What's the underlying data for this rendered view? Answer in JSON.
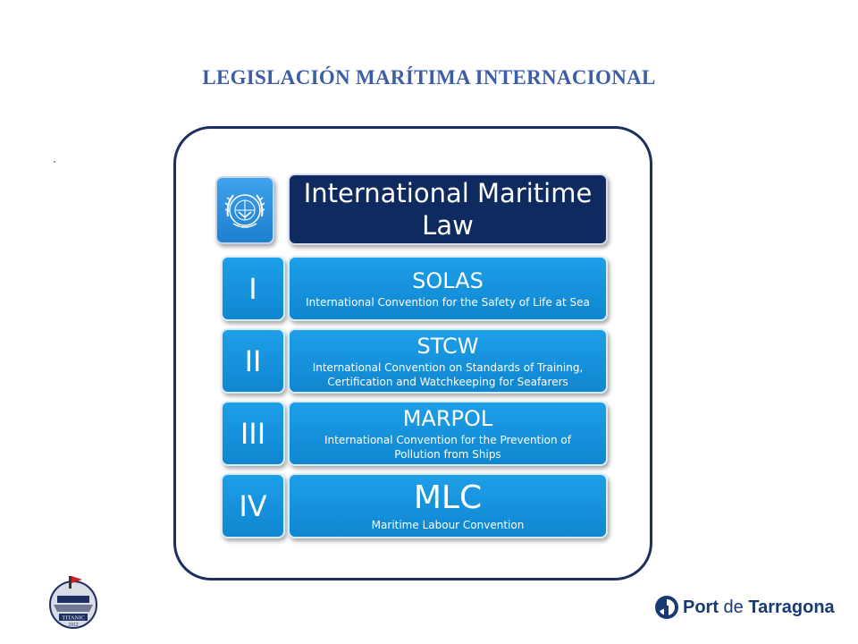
{
  "slide": {
    "title": "LEGISLACIÓN MARÍTIMA INTERNACIONAL"
  },
  "diagram": {
    "header": "International Maritime Law",
    "emblem": "imo-emblem-icon",
    "conventions": [
      {
        "numeral": "I",
        "abbr": "SOLAS",
        "full": "International Convention for the Safety of Life at Sea"
      },
      {
        "numeral": "II",
        "abbr": "STCW",
        "full": "International Convention on Standards of Training, Certification and Watchkeeping for Seafarers"
      },
      {
        "numeral": "III",
        "abbr": "MARPOL",
        "full": "International Convention for the Prevention of Pollution from Ships"
      },
      {
        "numeral": "IV",
        "abbr": "MLC",
        "full": "Maritime Labour Convention"
      }
    ]
  },
  "footer": {
    "port_logo_strong_1": "Port",
    "port_logo_mid": " de ",
    "port_logo_strong_2": "Tarragona",
    "titanic_text": "TITANIC",
    "titanic_year": "1912"
  },
  "colors": {
    "title": "#3c5ea8",
    "frame": "#1c2f5e",
    "header_box": "#0f2a5e",
    "tile": "#1592db",
    "port_logo": "#173a74"
  }
}
